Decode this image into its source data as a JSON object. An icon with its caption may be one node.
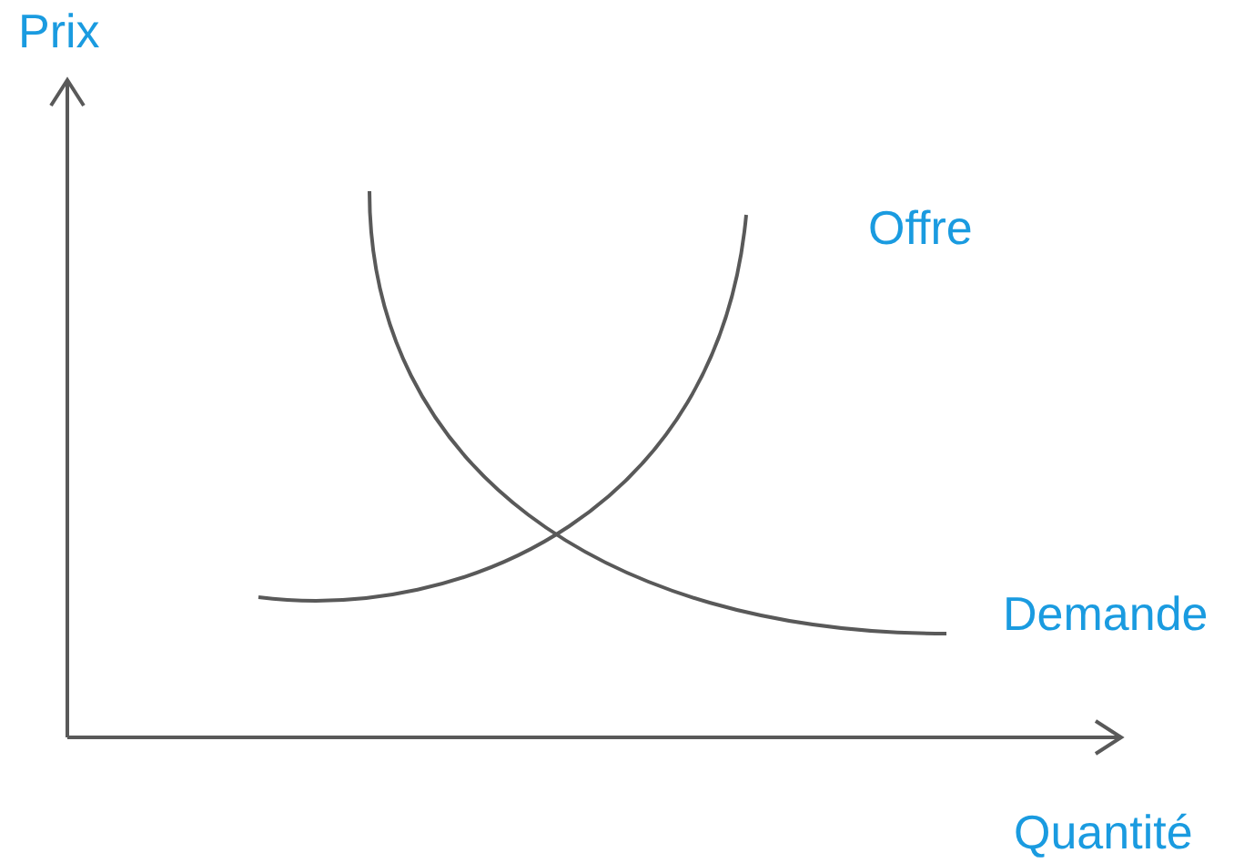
{
  "diagram": {
    "labels": [
      "Prix",
      "Offre",
      "Demande",
      "Quantité"
    ]
  }
}
